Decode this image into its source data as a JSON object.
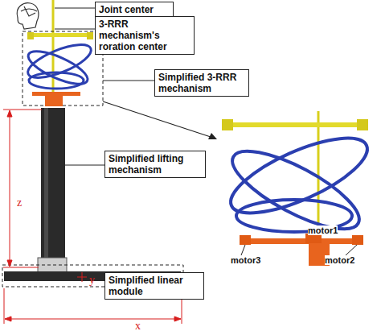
{
  "diagram": {
    "nodes": [
      {
        "text": [
          "Joint center"
        ]
      },
      {
        "text": [
          "3-RRR mechanism's roration center"
        ]
      },
      {
        "text": [
          "Simplified 3-RRR mechanism"
        ]
      },
      {
        "text": [
          "Simplified lifting mechanism"
        ]
      },
      {
        "text": [
          "Simplified linear module"
        ]
      }
    ],
    "labels": [
      "motor1",
      "motor3",
      "motor2",
      "z",
      "y",
      "x"
    ]
  }
}
